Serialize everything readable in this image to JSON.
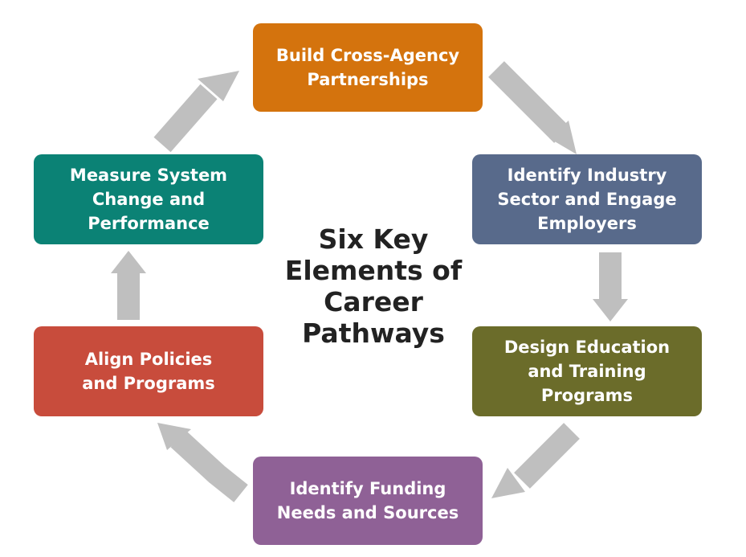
{
  "title": "Six Key\nElements of\nCareer\nPathways",
  "elements": [
    {
      "id": "build-partnerships",
      "label": "Build Cross-Agency\nPartnerships",
      "color": "#D4730D"
    },
    {
      "id": "identify-industry",
      "label": "Identify Industry\nSector and Engage\nEmployers",
      "color": "#586A8B"
    },
    {
      "id": "design-education",
      "label": "Design Education\nand Training\nPrograms",
      "color": "#6B6C2A"
    },
    {
      "id": "identify-funding",
      "label": "Identify Funding\nNeeds and Sources",
      "color": "#8F6196"
    },
    {
      "id": "align-policies",
      "label": "Align Policies\nand Programs",
      "color": "#C84C3C"
    },
    {
      "id": "measure-change",
      "label": "Measure System\nChange and\nPerformance",
      "color": "#0B8275"
    }
  ],
  "arrow_color": "#BFBFBF"
}
